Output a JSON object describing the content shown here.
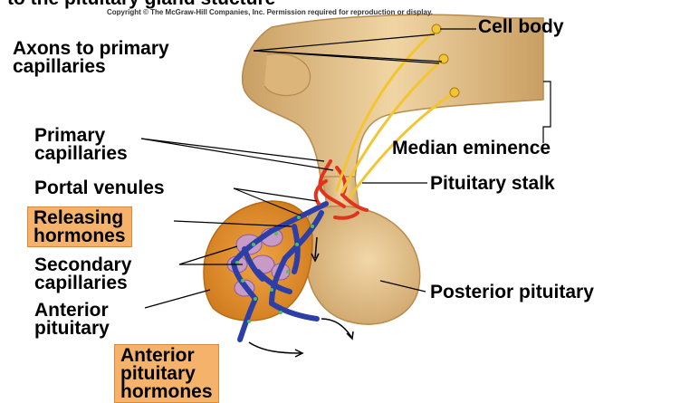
{
  "top_cutoff_text": "to the pituitary gland stucture",
  "copyright": "Copyright © The McGraw-Hill Companies, Inc. Permission required for reproduction or display.",
  "labels": {
    "cell_body": "Cell body",
    "axons_line1": "Axons to primary",
    "axons_line2": "capillaries",
    "median_eminence": "Median eminence",
    "primary_cap_line1": "Primary",
    "primary_cap_line2": "capillaries",
    "pituitary_stalk": "Pituitary stalk",
    "portal_venules": "Portal venules",
    "releasing_line1": "Releasing",
    "releasing_line2": "hormones",
    "secondary_line1": "Secondary",
    "secondary_line2": "capillaries",
    "posterior_pituitary": "Posterior pituitary",
    "anterior_line1": "Anterior",
    "anterior_line2": "pituitary",
    "ant_horm_line1": "Anterior",
    "ant_horm_line2": "pituitary",
    "ant_horm_line3": "hormones"
  },
  "colors": {
    "tissue": "#e9c790",
    "tissue_dark": "#c9a064",
    "anterior": "#e8972f",
    "vessel_blue": "#2d3fa6",
    "capillary_red": "#e0351c",
    "axon_yellow": "#f3c530",
    "label_box": "#f5b26b"
  }
}
